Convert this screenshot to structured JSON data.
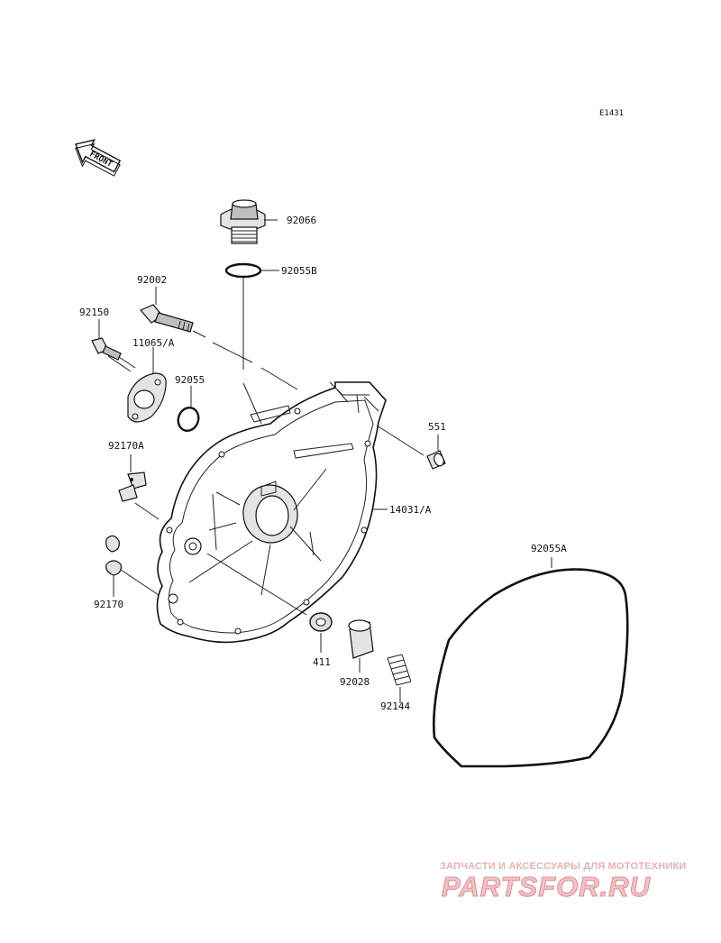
{
  "diagram": {
    "figure_code": "E1431",
    "front_indicator": "FRONT",
    "parts": [
      {
        "id": "92066",
        "label": "92066"
      },
      {
        "id": "92055B",
        "label": "92055B"
      },
      {
        "id": "92002",
        "label": "92002"
      },
      {
        "id": "92150",
        "label": "92150"
      },
      {
        "id": "11065A",
        "label": "11065/A"
      },
      {
        "id": "92055",
        "label": "92055"
      },
      {
        "id": "551",
        "label": "551"
      },
      {
        "id": "92170A",
        "label": "92170A"
      },
      {
        "id": "14031A",
        "label": "14031/A"
      },
      {
        "id": "92055A",
        "label": "92055A"
      },
      {
        "id": "92170",
        "label": "92170"
      },
      {
        "id": "411",
        "label": "411"
      },
      {
        "id": "92028",
        "label": "92028"
      },
      {
        "id": "92144",
        "label": "92144"
      }
    ]
  },
  "watermark": {
    "tagline": "ЗАПЧАСТИ И АКСЕССУАРЫ ДЛЯ МОТОТЕХНИКИ",
    "brand": "PARTSFOR.RU"
  }
}
